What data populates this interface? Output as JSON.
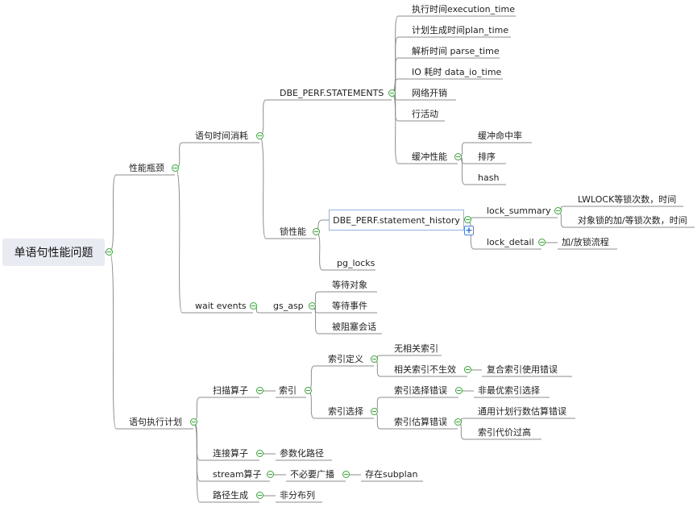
{
  "mindmap": {
    "root": "单语句性能问题",
    "perf_bottleneck": "性能瓶颈",
    "stmt_time": "语句时间消耗",
    "dbe_perf_statements": "DBE_PERF.STATEMENTS",
    "execution_time": "执行时间execution_time",
    "plan_time": "计划生成时间plan_time",
    "parse_time": "解析时间 parse_time",
    "data_io_time": "IO 耗时 data_io_time",
    "network": "网络开销",
    "row_activity": "行活动",
    "cache_perf": "缓冲性能",
    "cache_hit": "缓冲命中率",
    "sort": "排序",
    "hash": "hash",
    "lock_perf": "锁性能",
    "stmt_history": "DBE_PERF.statement_history",
    "lock_summary": "lock_summary",
    "lwlock": "LWLOCK等锁次数，时间",
    "obj_lock": "对象锁的加/等锁次数，时间",
    "lock_detail": "lock_detail",
    "lock_flow": "加/放锁流程",
    "pg_locks": "pg_locks",
    "wait_events": "wait events",
    "gs_asp": "gs_asp",
    "wait_object": "等待对象",
    "wait_event": "等待事件",
    "blocked_session": "被阻塞会话",
    "exec_plan": "语句执行计划",
    "scan_op": "扫描算子",
    "index": "索引",
    "index_def": "索引定义",
    "no_index": "无相关索引",
    "index_ineffective": "相关索引不生效",
    "composite_index_err": "复合索引使用错误",
    "index_choice": "索引选择",
    "index_choice_err": "索引选择错误",
    "non_optimal_index": "非最优索引选择",
    "index_est_err": "索引估算错误",
    "generic_plan_err": "通用计划行数估算错误",
    "index_cost_high": "索引代价过高",
    "join_op": "连接算子",
    "param_path": "参数化路径",
    "stream_op": "stream算子",
    "no_broadcast": "不必要广播",
    "has_subplan": "存在subplan",
    "path_gen": "路径生成",
    "non_distributed": "非分布列"
  },
  "colors": {
    "line": "#8e8e8e",
    "toggle": "#3aa33a",
    "root_bg": "#e9ebf3",
    "selected_border": "#8fb5e8"
  }
}
